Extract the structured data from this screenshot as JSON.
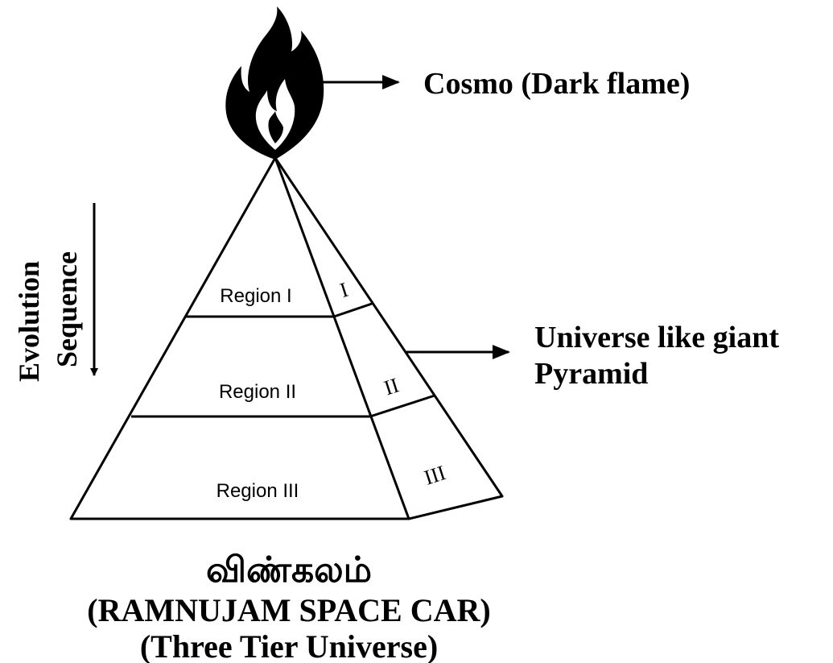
{
  "labels": {
    "flame": "Cosmo (Dark flame)",
    "pyramid_line1": "Universe like giant",
    "pyramid_line2": "Pyramid",
    "evolution_line1": "Evolution",
    "evolution_line2": "Sequence"
  },
  "regions": {
    "front": [
      "Region I",
      "Region II",
      "Region III"
    ],
    "side": [
      "I",
      "II",
      "III"
    ]
  },
  "caption": {
    "tamil": "விண்கலம்",
    "line2": "(RAMNUJAM SPACE CAR)",
    "line3": "(Three Tier Universe)"
  },
  "colors": {
    "ink": "#000000",
    "background": "#ffffff"
  },
  "icons": {
    "flame": "flame-icon"
  }
}
